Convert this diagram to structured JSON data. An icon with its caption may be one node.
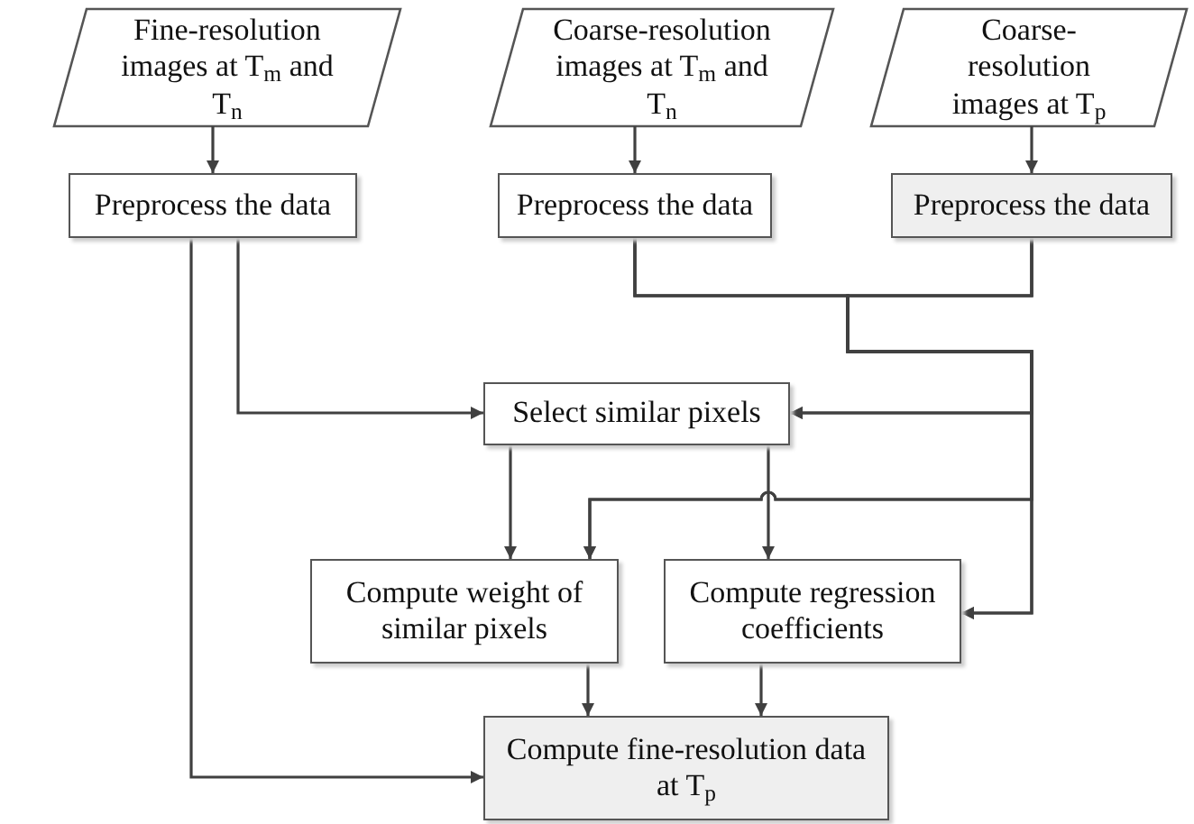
{
  "diagram": {
    "nodes": [
      {
        "text": [
          "Fine-resolution images at T$_{m}$ and T$_{n}$"
        ]
      },
      {
        "text": [
          "Coarse-resolution images at T$_{m}$ and T$_{n}$"
        ]
      },
      {
        "text": [
          "Coarse-resolution images at T$_{p}$"
        ]
      },
      {
        "text": [
          "Preprocess the data"
        ]
      },
      {
        "text": [
          "Preprocess the data"
        ]
      },
      {
        "text": [
          "Preprocess the data"
        ]
      },
      {
        "text": [
          "Select similar pixels"
        ]
      },
      {
        "text": [
          "Compute weight of similar pixels"
        ]
      },
      {
        "text": [
          "Compute regression coefficients"
        ]
      },
      {
        "text": [
          "Compute fine-resolution data at T$_{p}$"
        ]
      }
    ],
    "edges": [
      {
        "from": 0,
        "to": 3,
        "arrow": "to"
      },
      {
        "from": 1,
        "to": 4,
        "arrow": "to"
      },
      {
        "from": 2,
        "to": 5,
        "arrow": "to"
      },
      {
        "from": 3,
        "to": 6,
        "arrow": "to"
      },
      {
        "from": 3,
        "to": 9,
        "arrow": "to"
      },
      {
        "from": 4,
        "to": 6,
        "arrow": "to"
      },
      {
        "from": 5,
        "to": 6,
        "arrow": "to"
      },
      {
        "from": 4,
        "to": 7,
        "arrow": "to"
      },
      {
        "from": 5,
        "to": 7,
        "arrow": "to"
      },
      {
        "from": 4,
        "to": 8,
        "arrow": "to"
      },
      {
        "from": 5,
        "to": 8,
        "arrow": "to"
      },
      {
        "from": 6,
        "to": 7,
        "arrow": "to"
      },
      {
        "from": 6,
        "to": 8,
        "arrow": "to"
      },
      {
        "from": 7,
        "to": 9,
        "arrow": "to"
      },
      {
        "from": 8,
        "to": 9,
        "arrow": "to"
      }
    ]
  }
}
